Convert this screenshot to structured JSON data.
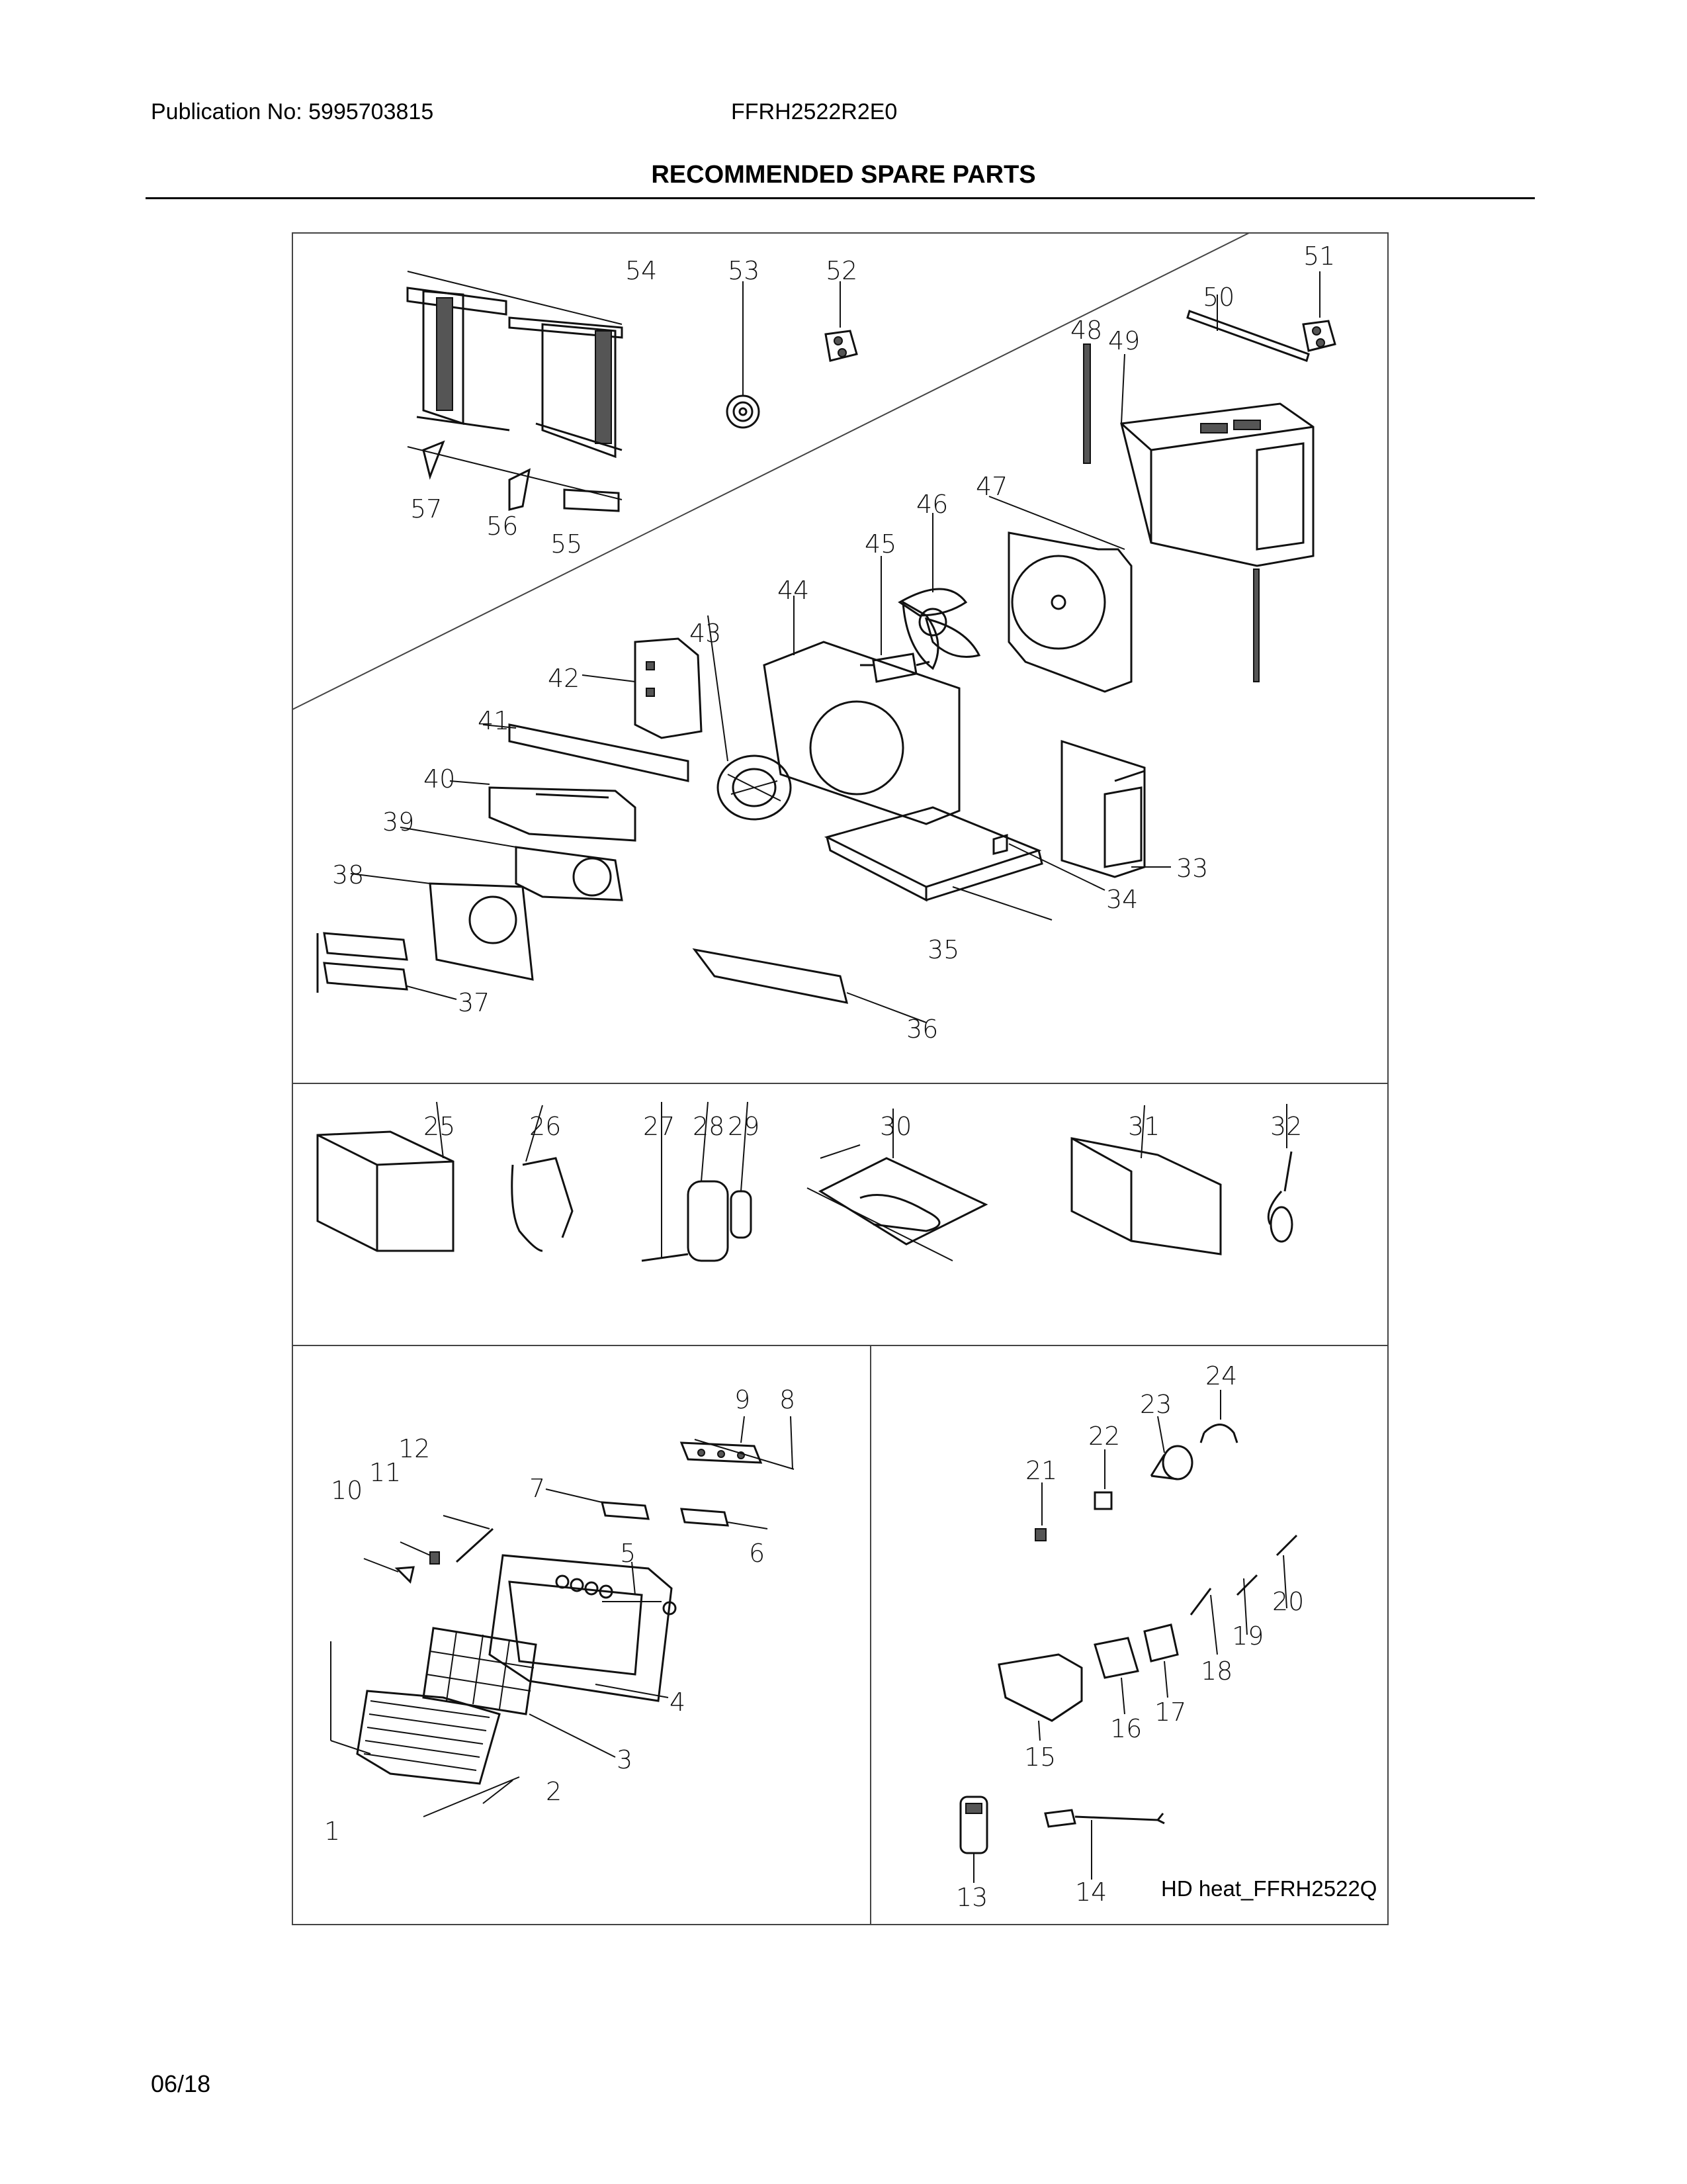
{
  "header": {
    "publication": "Publication No: 5995703815",
    "model": "FFRH2522R2E0",
    "title": "RECOMMENDED SPARE PARTS"
  },
  "footer": {
    "date": "06/18"
  },
  "diagram": {
    "code": "HD heat_FFRH2522Q",
    "callouts": [
      "1",
      "2",
      "3",
      "4",
      "5",
      "6",
      "7",
      "8",
      "9",
      "10",
      "11",
      "12",
      "13",
      "14",
      "15",
      "16",
      "17",
      "18",
      "19",
      "20",
      "21",
      "22",
      "23",
      "24",
      "25",
      "26",
      "27",
      "28",
      "29",
      "30",
      "31",
      "32",
      "33",
      "34",
      "35",
      "36",
      "37",
      "38",
      "39",
      "40",
      "41",
      "42",
      "43",
      "44",
      "45",
      "46",
      "47",
      "48",
      "49",
      "50",
      "51",
      "52",
      "53",
      "54",
      "55",
      "56",
      "57"
    ]
  }
}
